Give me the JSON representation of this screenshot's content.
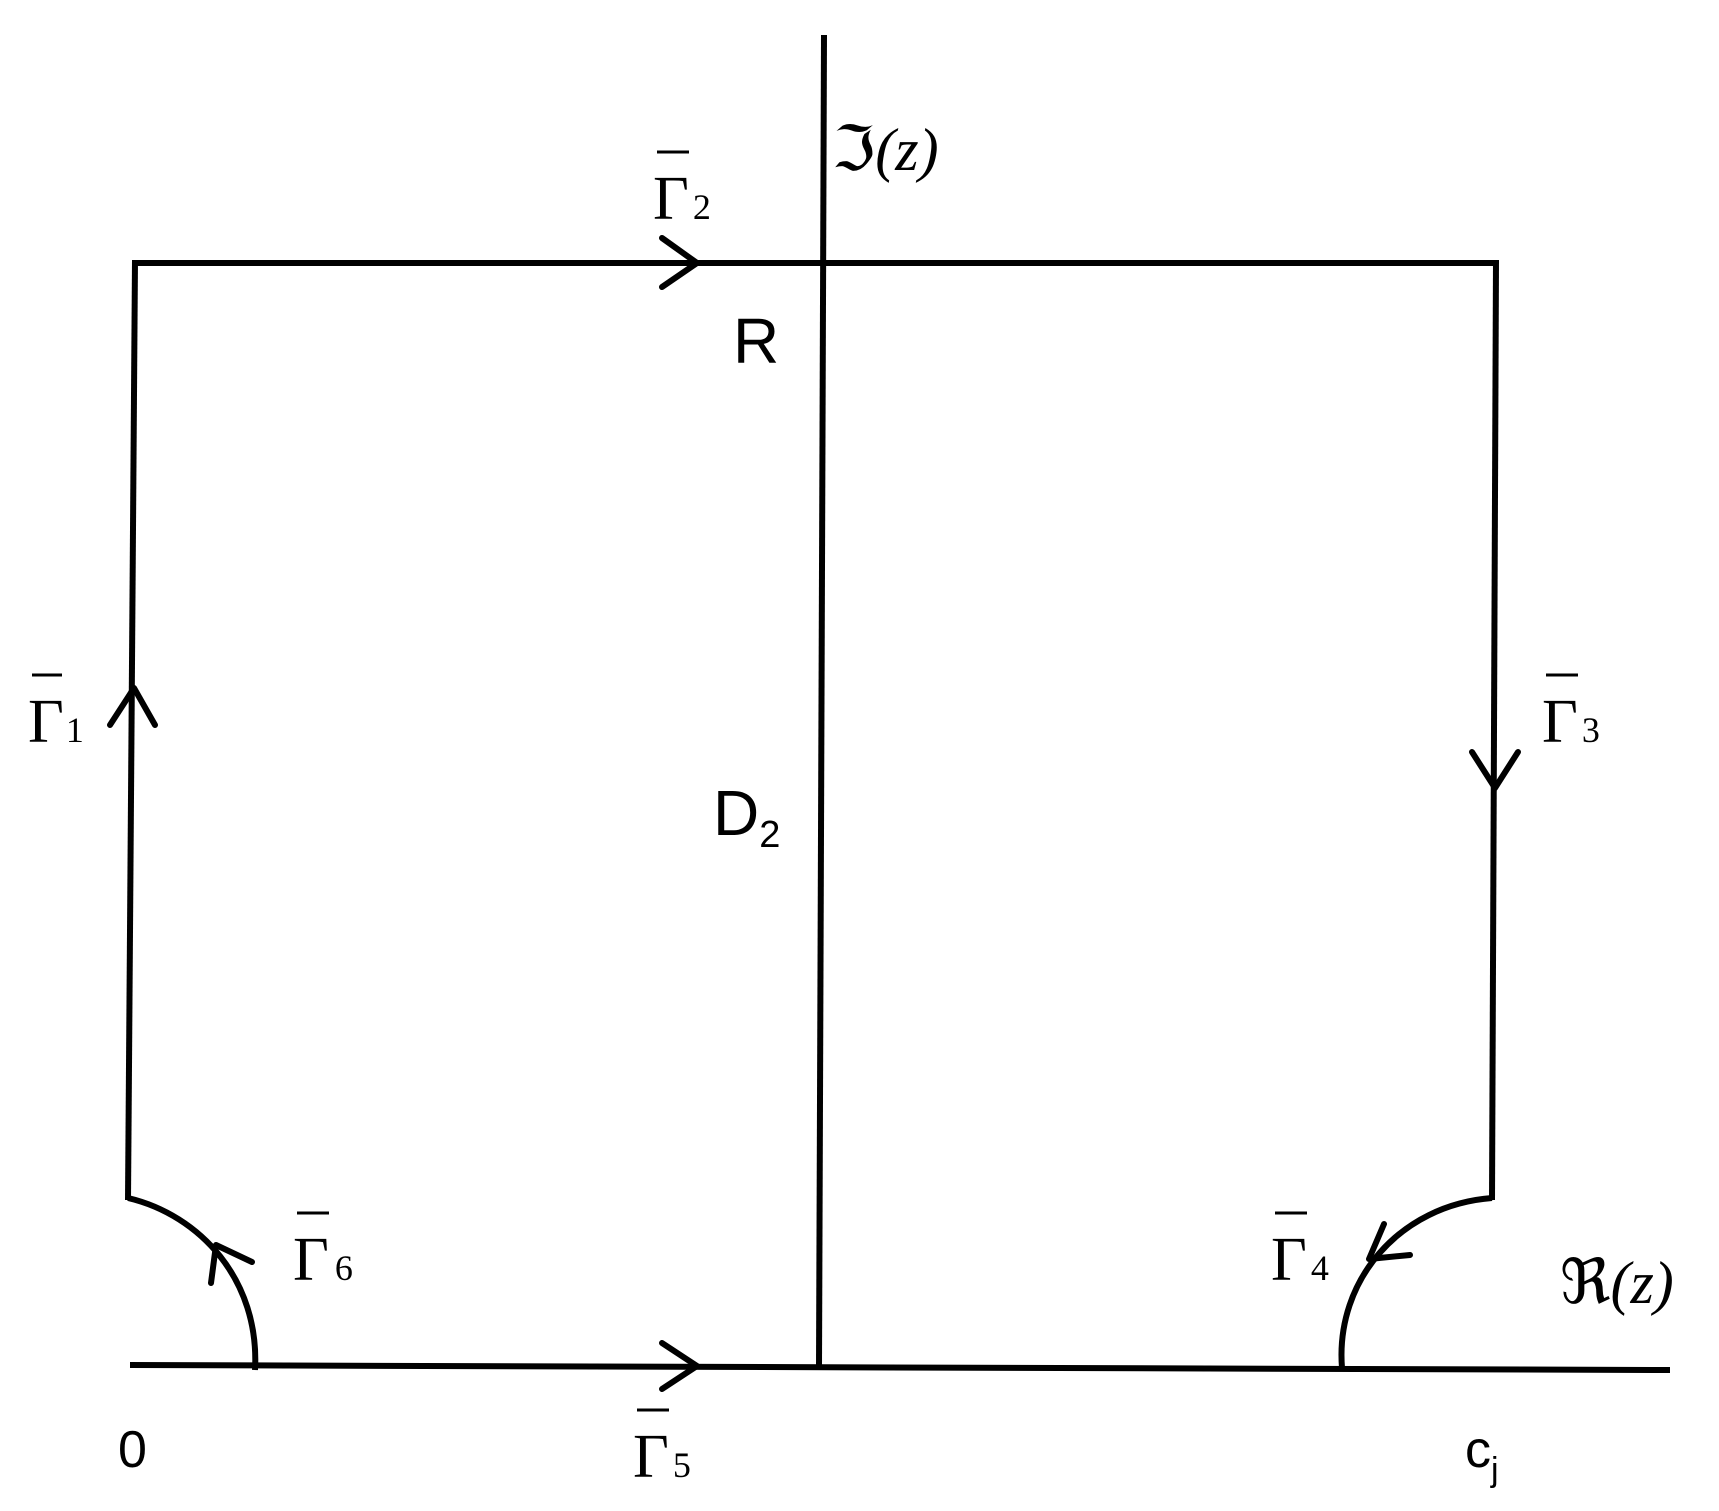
{
  "diagram": {
    "axes": {
      "imag_symbol": "ℑ",
      "imag_arg": "(z)",
      "real_symbol": "ℜ",
      "real_arg": "(z)"
    },
    "regions": {
      "top_label": "R",
      "center_label": "D",
      "center_sub": "2"
    },
    "points": {
      "origin": "0",
      "right_main": "c",
      "right_sub": "j"
    },
    "contours": [
      {
        "symbol": "Γ",
        "sub": "1"
      },
      {
        "symbol": "Γ",
        "sub": "2"
      },
      {
        "symbol": "Γ",
        "sub": "3"
      },
      {
        "symbol": "Γ",
        "sub": "4"
      },
      {
        "symbol": "Γ",
        "sub": "5"
      },
      {
        "symbol": "Γ",
        "sub": "6"
      }
    ],
    "colors": {
      "stroke": "#000000",
      "background": "#ffffff"
    }
  }
}
